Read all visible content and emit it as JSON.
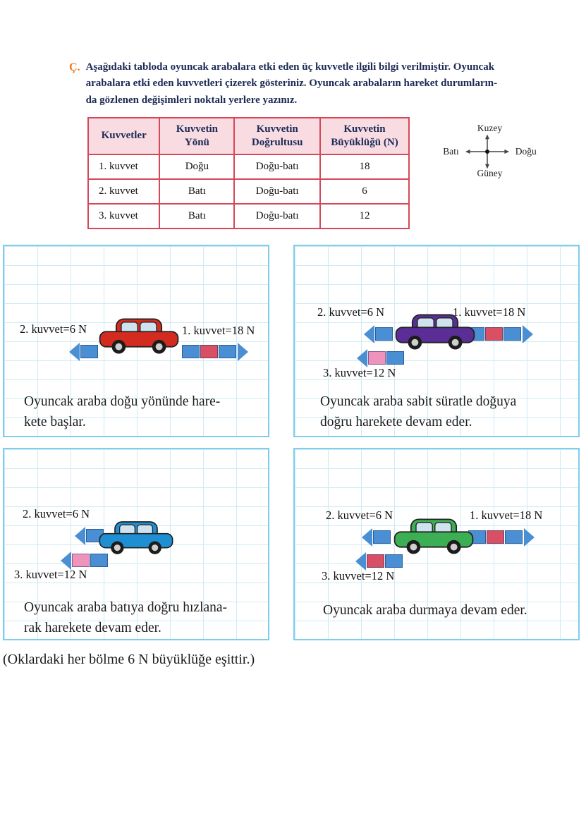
{
  "colors": {
    "question-orange": "#e8791e",
    "heading-navy": "#1c2a56",
    "table-border": "#d4485a",
    "table-header-bg": "#f9dce2",
    "panel-border": "#7fcdec",
    "grid-line": "#cfeaf5",
    "arrow-blue": "#4a8fd3",
    "arrow-red": "#d94f63",
    "arrow-pink": "#ef93bd"
  },
  "question": {
    "label": "Ç.",
    "text": "Aşağıdaki tabloda oyuncak arabalara etki eden üç kuvvetle ilgili bilgi verilmiştir. Oyuncak\narabalara etki eden kuvvetleri çizerek gösteriniz. Oyuncak arabaların hareket durumların-\nda gözlenen değişimleri noktalı yerlere yazınız."
  },
  "table": {
    "headers": [
      "Kuvvetler",
      "Kuvvetin Yönü",
      "Kuvvetin Doğrultusu",
      "Kuvvetin Büyüklüğü (N)"
    ],
    "rows": [
      [
        "1. kuvvet",
        "Doğu",
        "Doğu-batı",
        "18"
      ],
      [
        "2. kuvvet",
        "Batı",
        "Doğu-batı",
        "6"
      ],
      [
        "3. kuvvet",
        "Batı",
        "Doğu-batı",
        "12"
      ]
    ]
  },
  "compass": {
    "north": "Kuzey",
    "south": "Güney",
    "west": "Batı",
    "east": "Doğu"
  },
  "panels": [
    {
      "force2_label": "2. kuvvet=6 N",
      "force1_label": "1. kuvvet=18 N",
      "caption": "Oyuncak araba doğu yönünde hare-\nkete başlar.",
      "car_color": "#d42b20",
      "arrows": {
        "f2": {
          "dir": "left",
          "segments": [
            "#4a8fd3"
          ]
        },
        "f1": {
          "dir": "right",
          "segments": [
            "#4a8fd3",
            "#d94f63",
            "#4a8fd3"
          ]
        }
      }
    },
    {
      "force2_label": "2. kuvvet=6 N",
      "force1_label": "1. kuvvet=18 N",
      "force3_label": "3. kuvvet=12 N",
      "caption": "Oyuncak araba sabit süratle doğuya\ndoğru harekete devam eder.",
      "car_color": "#5a2e96",
      "arrows": {
        "f2": {
          "dir": "left",
          "segments": [
            "#4a8fd3"
          ]
        },
        "f1": {
          "dir": "right",
          "segments": [
            "#4a8fd3",
            "#d94f63",
            "#4a8fd3"
          ]
        },
        "f3": {
          "dir": "left",
          "segments": [
            "#ef93bd",
            "#4a8fd3"
          ]
        }
      }
    },
    {
      "force2_label": "2. kuvvet=6 N",
      "force3_label": "3. kuvvet=12 N",
      "caption": "Oyuncak araba batıya doğru hızlana-\nrak harekete devam eder.",
      "car_color": "#1e8fd2",
      "arrows": {
        "f2": {
          "dir": "left",
          "segments": [
            "#4a8fd3"
          ]
        },
        "f3": {
          "dir": "left",
          "segments": [
            "#ef93bd",
            "#4a8fd3"
          ]
        }
      }
    },
    {
      "force2_label": "2. kuvvet=6 N",
      "force1_label": "1. kuvvet=18 N",
      "force3_label": "3. kuvvet=12 N",
      "caption": "Oyuncak araba durmaya devam eder.",
      "car_color": "#3cae53",
      "arrows": {
        "f2": {
          "dir": "left",
          "segments": [
            "#4a8fd3"
          ]
        },
        "f1": {
          "dir": "right",
          "segments": [
            "#4a8fd3",
            "#d94f63",
            "#4a8fd3"
          ]
        },
        "f3": {
          "dir": "left",
          "segments": [
            "#d94f63",
            "#4a8fd3"
          ]
        }
      }
    }
  ],
  "footnote": "(Oklardaki her bölme 6 N büyüklüğe eşittir.)"
}
